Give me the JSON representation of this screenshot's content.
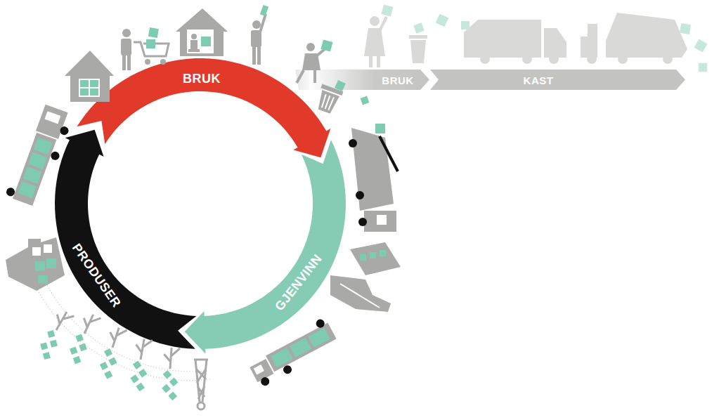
{
  "diagram": {
    "nodes": [
      {
        "text": [
          "BRUK"
        ]
      },
      {
        "text": [
          "GJENVINN"
        ]
      },
      {
        "text": [
          "PRODUSER"
        ]
      },
      {
        "text": [
          "BRUK"
        ]
      },
      {
        "text": [
          "KAST"
        ]
      }
    ]
  }
}
